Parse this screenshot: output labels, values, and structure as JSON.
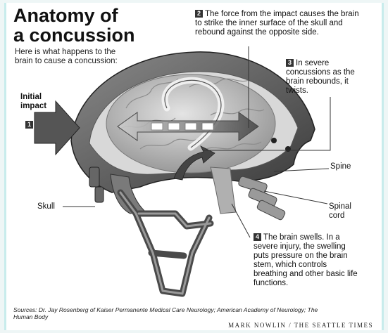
{
  "title": "Anatomy of\na concussion",
  "intro": "Here is what happens to the brain to cause a concussion:",
  "initial_impact_label": "Initial impact",
  "steps": [
    {
      "num": "1",
      "text": ""
    },
    {
      "num": "2",
      "text": "The force from the impact causes the brain to strike the inner surface of the skull and rebound against the opposite side."
    },
    {
      "num": "3",
      "text": "In severe concussions as the brain rebounds, it twists."
    },
    {
      "num": "4",
      "text": "The brain swells. In a severe injury, the swelling puts pressure on the brain stem, which controls breathing and other basic life functions."
    }
  ],
  "labels": {
    "skull": "Skull",
    "spine": "Spine",
    "spinal_cord": "Spinal cord"
  },
  "sources": "Sources: Dr. Jay Rosenberg of Kaiser Permanente Medical Care Neurology; American Academy of Neurology; The Human Body",
  "credit": "MARK NOWLIN / THE SEATTLE TIMES",
  "colors": {
    "helmet": "#6a6a6a",
    "helmet_dark": "#3c3c3c",
    "brain": "#c9c9c9",
    "arrow": "#555555"
  }
}
